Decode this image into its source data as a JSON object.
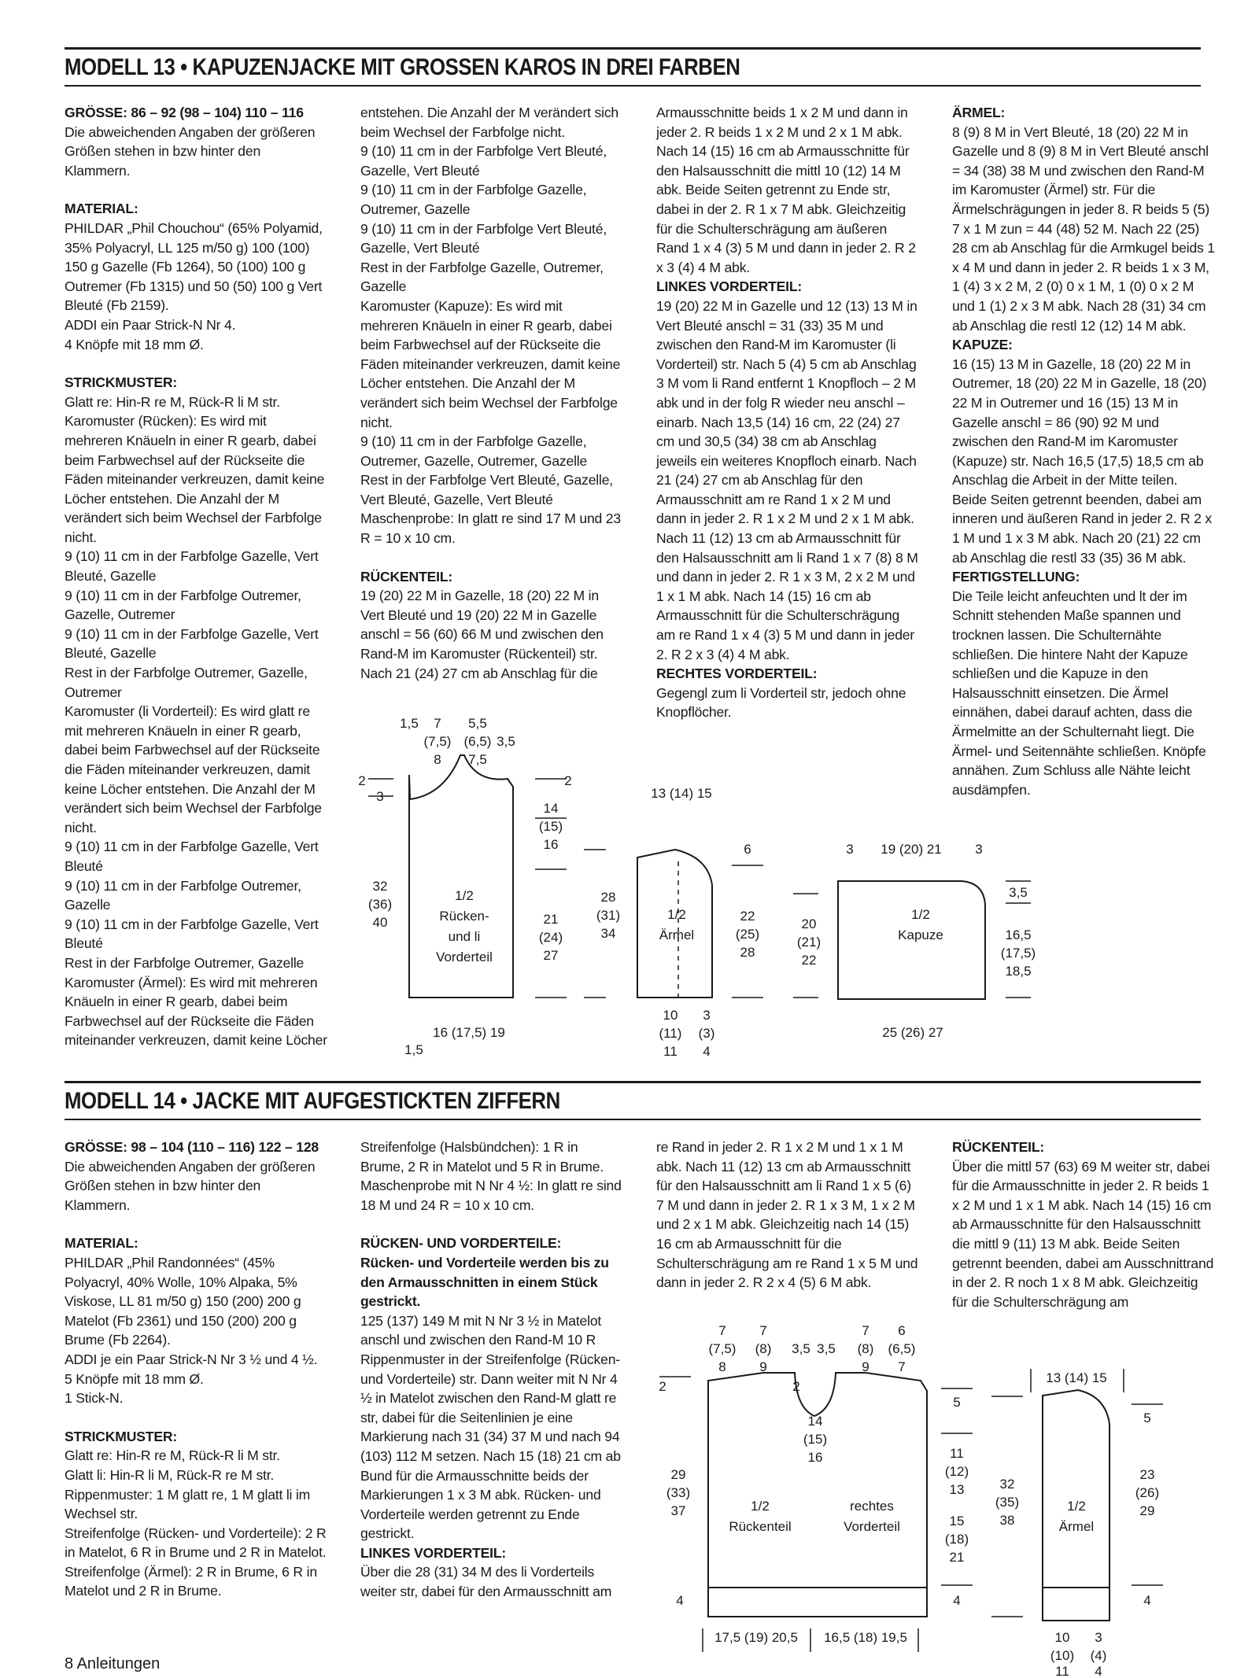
{
  "m13": {
    "title": "MODELL 13 • KAPUZENJACKE MIT GROSSEN KAROS IN DREI FARBEN",
    "c1": [
      {
        "t": "GRÖSSE: 86 – 92 (98 – 104) 110 – 116",
        "b": true
      },
      {
        "t": "Die abweichenden Angaben der größeren Größen stehen in bzw hinter den Klammern."
      },
      {
        "gap": true
      },
      {
        "t": "MATERIAL:",
        "b": true
      },
      {
        "t": "PHILDAR „Phil Chouchou“ (65% Polyamid, 35% Polyacryl, LL 125 m/50 g) 100 (100) 150 g Gazelle (Fb 1264), 50 (100) 100 g Outremer (Fb 1315) und 50 (50) 100 g Vert Bleuté (Fb 2159)."
      },
      {
        "t": "ADDI ein Paar Strick-N Nr 4."
      },
      {
        "t": "4 Knöpfe mit 18 mm Ø."
      },
      {
        "gap": true
      },
      {
        "t": "STRICKMUSTER:",
        "b": true
      },
      {
        "t": "Glatt re: Hin-R re M, Rück-R li M str."
      },
      {
        "t": "Karomuster (Rücken): Es wird mit mehreren Knäueln in einer R gearb, dabei beim Farbwechsel auf der Rückseite die Fäden miteinander verkreuzen, damit keine Löcher entstehen. Die Anzahl der M verändert sich beim Wechsel der Farbfolge nicht."
      },
      {
        "t": "9 (10) 11 cm in der Farbfolge Gazelle, Vert Bleuté, Gazelle"
      },
      {
        "t": "9 (10) 11 cm in der Farbfolge Outremer, Gazelle, Outremer"
      },
      {
        "t": "9 (10) 11 cm in der Farbfolge Gazelle, Vert Bleuté, Gazelle"
      },
      {
        "t": "Rest in der Farbfolge Outremer, Gazelle, Outremer"
      },
      {
        "t": "Karomuster (li Vorderteil): Es wird glatt re mit mehreren Knäueln in einer R gearb, dabei beim Farbwechsel auf der Rückseite die Fäden miteinander verkreuzen, damit keine Löcher entstehen. Die Anzahl der M verändert sich beim Wechsel der Farbfolge nicht."
      },
      {
        "t": "9 (10) 11 cm in der Farbfolge Gazelle, Vert Bleuté"
      },
      {
        "t": "9 (10) 11 cm in der Farbfolge Outremer, Gazelle"
      },
      {
        "t": "9 (10) 11 cm in der Farbfolge Gazelle, Vert Bleuté"
      },
      {
        "t": "Rest in der Farbfolge Outremer, Gazelle"
      },
      {
        "t": "Karomuster (Ärmel): Es wird mit mehreren Knäueln in einer R gearb, dabei beim Farbwechsel auf der Rückseite die Fäden miteinander verkreuzen, damit keine Löcher"
      }
    ],
    "c2": [
      {
        "t": "entstehen. Die Anzahl der M verändert sich beim Wechsel der Farbfolge nicht."
      },
      {
        "t": "9 (10) 11 cm in der Farbfolge Vert Bleuté, Gazelle, Vert Bleuté"
      },
      {
        "t": "9 (10) 11 cm in der Farbfolge Gazelle, Outremer, Gazelle"
      },
      {
        "t": "9 (10) 11 cm in der Farbfolge Vert Bleuté, Gazelle, Vert Bleuté"
      },
      {
        "t": "Rest in der Farbfolge Gazelle, Outremer, Gazelle"
      },
      {
        "t": "Karomuster (Kapuze): Es wird mit mehreren Knäueln in einer R gearb, dabei beim Farbwechsel auf der Rückseite die Fäden miteinander verkreuzen, damit keine Löcher entstehen. Die Anzahl der M verändert sich beim Wechsel der Farbfolge nicht."
      },
      {
        "t": "9 (10) 11 cm in der Farbfolge Gazelle, Outremer, Gazelle, Outremer, Gazelle"
      },
      {
        "t": "Rest in der Farbfolge Vert Bleuté, Gazelle, Vert Bleuté, Gazelle, Vert Bleuté"
      },
      {
        "t": "Maschenprobe: In glatt re sind 17 M und 23 R = 10 x 10 cm."
      },
      {
        "gap": true
      },
      {
        "t": "RÜCKENTEIL:",
        "b": true
      },
      {
        "t": "19 (20) 22 M in Gazelle, 18 (20) 22 M in Vert Bleuté und 19 (20) 22 M in Gazelle anschl = 56 (60) 66 M und zwischen den Rand-M im Karomuster (Rückenteil) str. Nach 21 (24) 27 cm ab Anschlag für die"
      }
    ],
    "c3": [
      {
        "t": "Armausschnitte beids 1 x 2 M und dann in jeder 2. R beids 1 x 2 M und 2 x 1 M abk. Nach 14 (15) 16 cm ab Armausschnitte für den Halsausschnitt die mittl 10 (12) 14 M abk. Beide Seiten getrennt zu Ende str, dabei in der 2. R 1 x 7 M abk. Gleichzeitig für die Schulterschrägung am äußeren Rand 1 x 4 (3) 5 M und dann in jeder 2. R 2 x 3 (4) 4 M abk."
      },
      {
        "t": "LINKES VORDERTEIL:",
        "b": true
      },
      {
        "t": "19 (20) 22 M in Gazelle und 12 (13) 13 M in Vert Bleuté anschl = 31 (33) 35 M und zwischen den Rand-M im Karomuster (li Vorderteil) str. Nach 5 (4) 5 cm ab Anschlag 3 M vom li Rand entfernt 1 Knopfloch – 2 M abk und in der folg R wieder neu anschl – einarb. Nach 13,5 (14) 16 cm, 22 (24) 27 cm und 30,5 (34) 38 cm ab Anschlag jeweils ein weiteres Knopfloch einarb. Nach 21 (24) 27 cm ab Anschlag für den Armausschnitt am re Rand 1 x 2 M und dann in jeder 2. R 1 x 2 M und 2 x 1 M abk. Nach 11 (12) 13 cm ab Armausschnitt für den Halsausschnitt am li Rand 1 x 7 (8) 8 M und dann in jeder 2. R 1 x 3 M, 2 x 2 M und 1 x 1 M abk. Nach 14 (15) 16 cm ab Armausschnitt für die Schulterschrägung am re Rand 1 x 4 (3) 5 M und dann in jeder 2. R 2 x 3 (4) 4 M abk."
      },
      {
        "t": "RECHTES VORDERTEIL:",
        "b": true
      },
      {
        "t": "Gegengl zum li Vorderteil str, jedoch ohne Knopflöcher."
      }
    ],
    "c4": [
      {
        "t": "ÄRMEL:",
        "b": true
      },
      {
        "t": "8 (9) 8 M in Vert Bleuté, 18 (20) 22 M in Gazelle und 8 (9) 8 M in Vert Bleuté anschl = 34 (38) 38 M und zwischen den Rand-M im Karomuster (Ärmel) str. Für die Ärmelschrägungen in jeder 8. R beids 5 (5) 7 x 1 M zun = 44 (48) 52 M. Nach 22 (25) 28 cm ab Anschlag für die Armkugel beids 1 x 4 M und dann in jeder 2. R beids 1 x 3 M, 1 (4) 3 x 2 M, 2 (0) 0 x 1 M, 1 (0) 0 x 2 M und 1 (1) 2 x 3 M abk. Nach 28 (31) 34 cm ab Anschlag die restl 12 (12) 14 M abk."
      },
      {
        "t": "KAPUZE:",
        "b": true
      },
      {
        "t": "16 (15) 13 M in Gazelle, 18 (20) 22 M in Outremer, 18 (20) 22 M in Gazelle, 18 (20) 22 M in Outremer und 16 (15) 13 M in Gazelle anschl = 86 (90) 92 M und zwischen den Rand-M im Karomuster (Kapuze) str. Nach 16,5 (17,5) 18,5 cm ab Anschlag die Arbeit in der Mitte teilen. Beide Seiten getrennt beenden, dabei am inneren und äußeren Rand in jeder 2. R 2 x 1 M und 1 x 3 M abk. Nach 20 (21) 22 cm ab Anschlag die restl 33 (35) 36 M abk."
      },
      {
        "t": "FERTIGSTELLUNG:",
        "b": true
      },
      {
        "t": "Die Teile leicht anfeuchten und lt der im Schnitt stehenden Maße spannen und trocknen lassen. Die Schulternähte schließen. Die hintere Naht der Kapuze schließen und die Kapuze in den Halsausschnitt einsetzen. Die Ärmel einnähen, dabei darauf achten, dass die Ärmelmitte an der Schulternaht liegt. Die Ärmel- und Seitennähte schließen. Knöpfe annähen. Zum Schluss alle Nähte leicht ausdämpfen."
      }
    ],
    "diagram": {
      "body_label": [
        "1/2",
        "Rücken-",
        "und li",
        "Vorderteil"
      ],
      "sleeve_label": [
        "1/2",
        "Ärmel"
      ],
      "hood_label": [
        "1/2",
        "Kapuze"
      ],
      "dims": [
        "1,5",
        "7",
        "5,5",
        "(7,5)",
        "(6,5)",
        "3,5",
        "8",
        "7,5",
        "2",
        "3",
        "2",
        "14",
        "(15)",
        "16",
        "32",
        "(36)",
        "40",
        "21",
        "(24)",
        "27",
        "16 (17,5) 19",
        "1,5",
        "13 (14) 15",
        "6",
        "28",
        "(31)",
        "34",
        "22",
        "(25)",
        "28",
        "10",
        "(11)",
        "11",
        "3",
        "(3)",
        "4",
        "3",
        "19 (20) 21",
        "3",
        "3,5",
        "20",
        "(21)",
        "22",
        "16,5",
        "(17,5)",
        "18,5",
        "25 (26) 27"
      ]
    }
  },
  "m14": {
    "title": "MODELL 14 • JACKE MIT AUFGESTICKTEN ZIFFERN",
    "c1": [
      {
        "t": "GRÖSSE: 98 – 104 (110 – 116) 122 – 128",
        "b": true
      },
      {
        "t": "Die abweichenden Angaben der größeren Größen stehen in bzw hinter den Klammern."
      },
      {
        "gap": true
      },
      {
        "t": "MATERIAL:",
        "b": true
      },
      {
        "t": "PHILDAR „Phil Randonnées“ (45% Polyacryl, 40% Wolle, 10% Alpaka, 5% Viskose, LL 81 m/50 g) 150 (200) 200 g Matelot (Fb 2361) und 150 (200) 200 g Brume (Fb 2264)."
      },
      {
        "t": "ADDI je ein Paar Strick-N Nr 3 ½ und 4 ½."
      },
      {
        "t": "5 Knöpfe mit 18 mm Ø."
      },
      {
        "t": "1 Stick-N."
      },
      {
        "gap": true
      },
      {
        "t": "STRICKMUSTER:",
        "b": true
      },
      {
        "t": "Glatt re: Hin-R re M, Rück-R li M str."
      },
      {
        "t": "Glatt li: Hin-R li M, Rück-R re M str."
      },
      {
        "t": "Rippenmuster: 1 M glatt re, 1 M glatt li im Wechsel str."
      },
      {
        "t": "Streifenfolge (Rücken- und Vorderteile): 2 R in Matelot, 6 R in Brume und 2 R in Matelot."
      },
      {
        "t": "Streifenfolge (Ärmel): 2 R in Brume, 6 R in Matelot und 2 R in Brume."
      }
    ],
    "c2": [
      {
        "t": "Streifenfolge (Halsbündchen): 1 R in Brume, 2 R in Matelot und 5 R in Brume."
      },
      {
        "t": "Maschenprobe mit N Nr 4 ½: In glatt re sind 18 M und 24 R = 10 x 10 cm."
      },
      {
        "gap": true
      },
      {
        "t": "RÜCKEN- UND VORDERTEILE:",
        "b": true
      },
      {
        "t": "Rücken- und Vorderteile werden bis zu den Armausschnitten in einem Stück gestrickt.",
        "b": true
      },
      {
        "t": "125 (137) 149 M mit N Nr 3 ½ in Matelot anschl und zwischen den Rand-M 10 R Rippenmuster in der Streifenfolge (Rücken- und Vorderteile) str. Dann weiter mit N Nr 4 ½ in Matelot zwischen den Rand-M glatt re str, dabei für die Seitenlinien je eine Markierung nach 31 (34) 37 M und nach 94 (103) 112 M setzen. Nach 15 (18) 21 cm ab Bund für die Armausschnitte beids der Markierungen 1 x 3 M abk. Rücken- und Vorderteile werden getrennt zu Ende gestrickt."
      },
      {
        "t": "LINKES VORDERTEIL:",
        "b": true
      },
      {
        "t": "Über die 28 (31) 34 M des li Vorderteils weiter str, dabei für den Armausschnitt am"
      }
    ],
    "c3": [
      {
        "t": "re Rand in jeder 2. R 1 x 2 M und 1 x 1 M abk. Nach 11 (12) 13 cm ab Armausschnitt für den Halsausschnitt am li Rand 1 x 5 (6) 7 M und dann in jeder 2. R 1 x 3 M, 1 x 2 M und 2 x 1 M abk. Gleichzeitig nach 14 (15) 16 cm ab Armausschnitt für die Schulterschrägung am re Rand 1 x 5 M und dann in jeder 2. R 2 x 4 (5) 6 M abk."
      }
    ],
    "c4": [
      {
        "t": "RÜCKENTEIL:",
        "b": true
      },
      {
        "t": "Über die mittl 57 (63) 69 M weiter str, dabei für die Armausschnitte in jeder 2. R beids 1 x 2 M und 1 x 1 M abk. Nach 14 (15) 16 cm ab Armausschnitte für den Halsausschnitt die mittl 9 (11) 13 M abk. Beide Seiten getrennt beenden, dabei am Ausschnittrand in der 2. R noch 1 x 8 M abk. Gleichzeitig für die Schulterschrägung am"
      }
    ],
    "diagram": {
      "body_label_left": [
        "1/2",
        "Rückenteil"
      ],
      "body_label_right": [
        "rechtes",
        "Vorderteil"
      ],
      "sleeve_label": [
        "1/2",
        "Ärmel"
      ],
      "dims": [
        "7",
        "(7,5)",
        "8",
        "7",
        "(8)",
        "9",
        "3,5",
        "3,5",
        "7",
        "(8)",
        "9",
        "6",
        "(6,5)",
        "7",
        "2",
        "2",
        "14",
        "(15)",
        "16",
        "29",
        "(33)",
        "37",
        "5",
        "11",
        "(12)",
        "13",
        "15",
        "(18)",
        "21",
        "4",
        "4",
        "17,5 (19) 20,5",
        "16,5 (18) 19,5",
        "13 (14) 15",
        "5",
        "32",
        "(35)",
        "38",
        "23",
        "(26)",
        "29",
        "4",
        "10",
        "(10)",
        "11",
        "3",
        "(4)",
        "4"
      ]
    }
  },
  "footer": {
    "page": "8",
    "section": "Anleitungen"
  }
}
